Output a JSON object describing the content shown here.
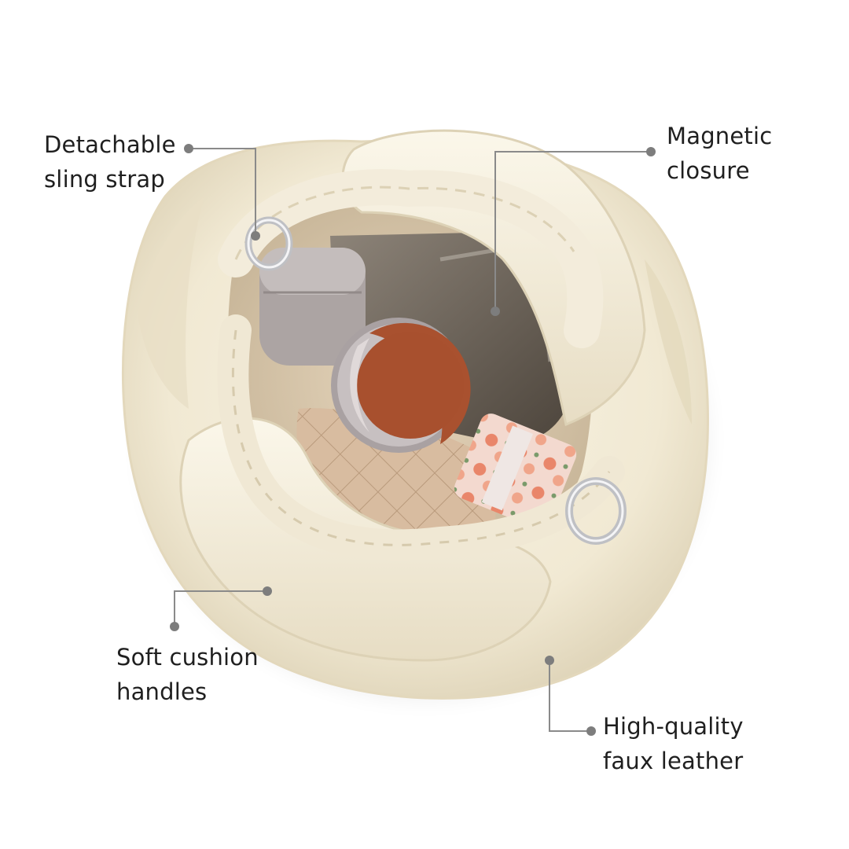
{
  "callouts": {
    "strap": {
      "line1": "Detachable",
      "line2": "sling strap"
    },
    "closure": {
      "line1": "Magnetic",
      "line2": "closure"
    },
    "handles": {
      "line1": "Soft cushion",
      "line2": "handles"
    },
    "leather": {
      "line1": "High-quality",
      "line2": "faux leather"
    }
  },
  "colors": {
    "background": "#ffffff",
    "leather": "#f3ecd9",
    "leather_shadow": "#dcd1b4",
    "interior": "#e8dcc6",
    "quilted_pouch": "#d6b99c",
    "tin_lid": "#a8502e",
    "tin_body": "#b8b1b3",
    "earbud_case": "#aea6a6",
    "hardware": "#c9c9cc",
    "callout_line": "#8a8a8a",
    "label_text": "#1f1f1f"
  }
}
